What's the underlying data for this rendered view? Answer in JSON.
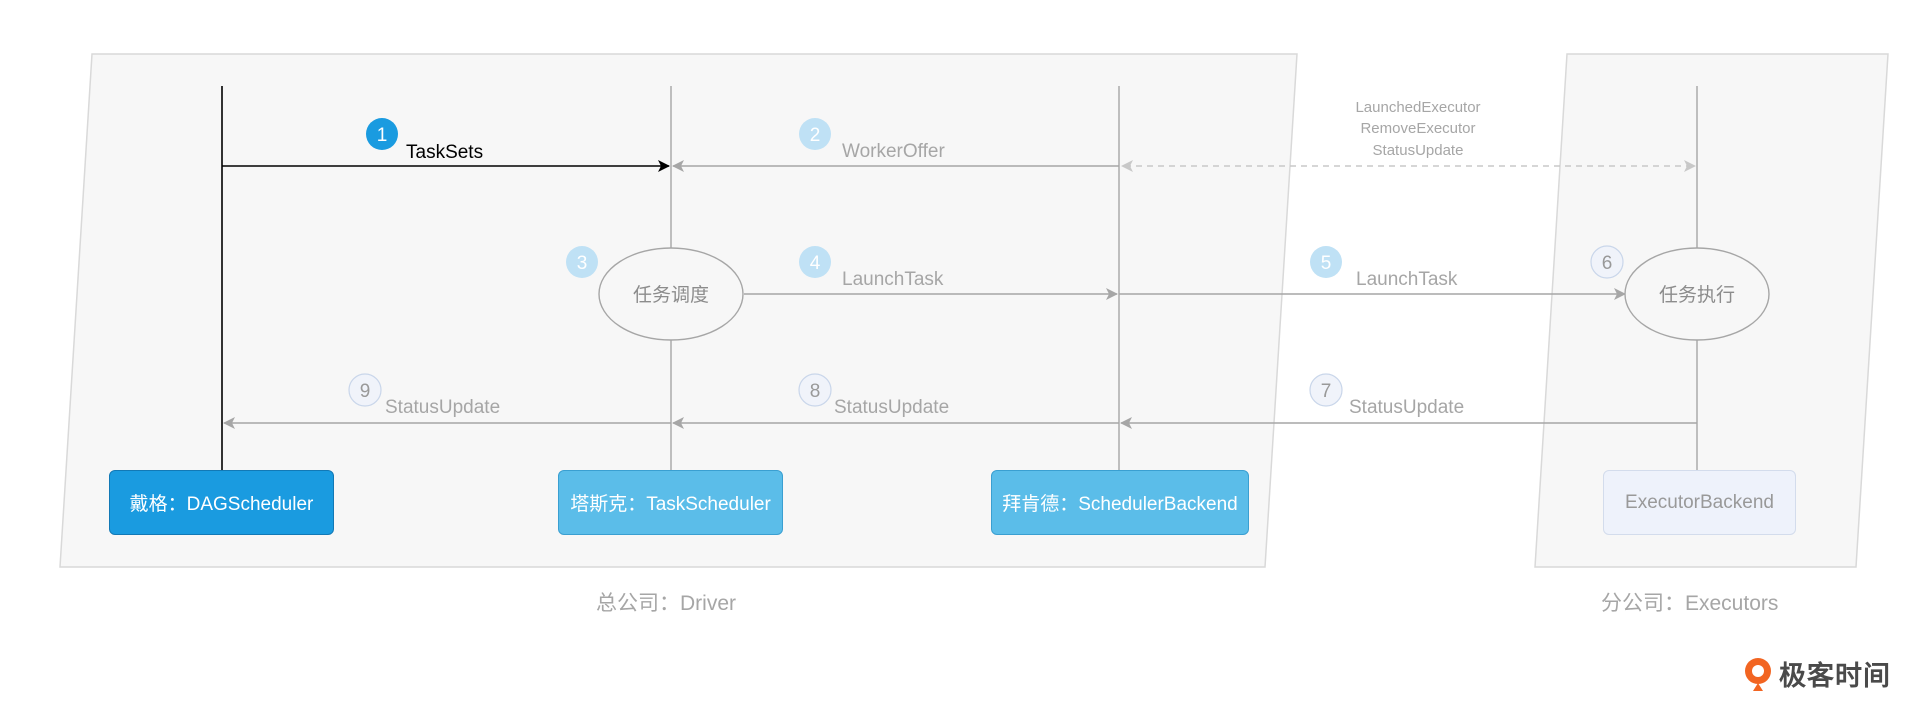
{
  "regions": {
    "driver_label": "总公司：Driver",
    "executors_label": "分公司：Executors"
  },
  "nodes": {
    "dag": "戴格：DAGScheduler",
    "task": "塔斯克：TaskScheduler",
    "backend": "拜肯德：SchedulerBackend",
    "executor_backend": "ExecutorBackend",
    "schedule_ellipse": "任务调度",
    "execute_ellipse": "任务执行"
  },
  "messages": {
    "m1": "TaskSets",
    "m2": "WorkerOffer",
    "m_exec_1": "LaunchedExecutor",
    "m_exec_2": "RemoveExecutor",
    "m_exec_3": "StatusUpdate",
    "m4": "LaunchTask",
    "m5": "LaunchTask",
    "m7": "StatusUpdate",
    "m8": "StatusUpdate",
    "m9": "StatusUpdate"
  },
  "steps": [
    "1",
    "2",
    "3",
    "4",
    "5",
    "6",
    "7",
    "8",
    "9"
  ],
  "logo": {
    "text": "极客时间"
  },
  "colors": {
    "dag_blue": "#1a9be0",
    "light_blue": "#5bbde9",
    "step_circle_light": "#bfe1f5",
    "executor_fill": "#eef2fb",
    "region_fill": "#f7f7f7",
    "arrow_gray": "#a6a6a6",
    "logo_orange": "#f26522"
  }
}
